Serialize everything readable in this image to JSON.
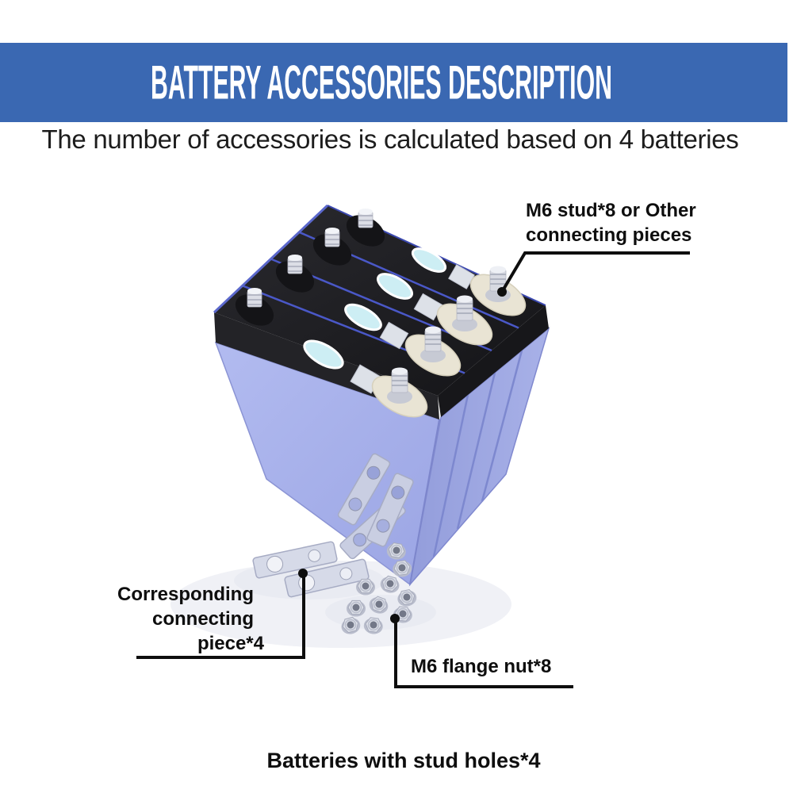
{
  "header": {
    "title": "BATTERY ACCESSORIES DESCRIPTION",
    "banner_color": "#3a68b2",
    "title_color": "#ffffff"
  },
  "subtitle": "The number of accessories is calculated based on 4 batteries",
  "annotations": {
    "m6_stud": {
      "lines": [
        "M6 stud*8 or Other",
        "connecting pieces"
      ]
    },
    "connecting_piece": {
      "lines": [
        "Corresponding",
        "connecting",
        "piece*4"
      ]
    },
    "flange_nut": {
      "label": "M6 flange nut*8"
    },
    "caption": {
      "label": "Batteries with stud holes*4"
    }
  },
  "illustration": {
    "battery_count": 4,
    "colors": {
      "cell_front_face": "#a9b3ea",
      "cell_side_face": "#9aa4e0",
      "cell_top_cap": "#1e1e22",
      "cell_edge_blue": "#4a58c8",
      "label_oval": "#cdeef4",
      "vent_square": "#dde1e8",
      "terminal_metal": "#d8dae2",
      "terminal_gasket_cream": "#e9e4d4",
      "terminal_gasket_black": "#141417",
      "hardware_metal": "#ccd0e0",
      "leader_line": "#0e0e0e"
    }
  }
}
